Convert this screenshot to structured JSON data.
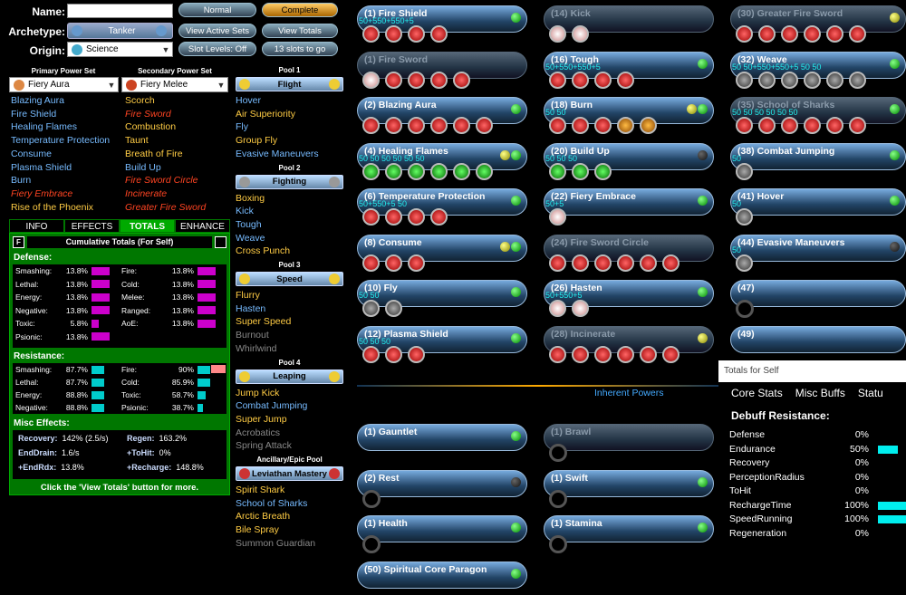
{
  "header": {
    "name_label": "Name:",
    "archetype_label": "Archetype:",
    "origin_label": "Origin:",
    "archetype": "Tanker",
    "origin": "Science",
    "name_value": ""
  },
  "buttons": {
    "normal": "Normal",
    "complete": "Complete",
    "view_active_sets": "View Active Sets",
    "view_totals": "View Totals",
    "slot_levels": "Slot Levels: Off",
    "slots_to_go": "13 slots to go"
  },
  "primary": {
    "title": "Primary Power Set",
    "selected": "Fiery Aura",
    "powers": [
      {
        "name": "Blazing Aura",
        "s": "blue"
      },
      {
        "name": "Fire Shield",
        "s": "blue"
      },
      {
        "name": "Healing Flames",
        "s": "blue"
      },
      {
        "name": "Temperature Protection",
        "s": "blue"
      },
      {
        "name": "Consume",
        "s": "blue"
      },
      {
        "name": "Plasma Shield",
        "s": "blue"
      },
      {
        "name": "Burn",
        "s": "blue"
      },
      {
        "name": "Fiery Embrace",
        "s": "red"
      },
      {
        "name": "Rise of the Phoenix",
        "s": "yel"
      }
    ]
  },
  "secondary": {
    "title": "Secondary Power Set",
    "selected": "Fiery Melee",
    "powers": [
      {
        "name": "Scorch",
        "s": "yel"
      },
      {
        "name": "Fire Sword",
        "s": "red"
      },
      {
        "name": "Combustion",
        "s": "yel"
      },
      {
        "name": "Taunt",
        "s": "yel"
      },
      {
        "name": "Breath of Fire",
        "s": "yel"
      },
      {
        "name": "Build Up",
        "s": "blue"
      },
      {
        "name": "Fire Sword Circle",
        "s": "red"
      },
      {
        "name": "Incinerate",
        "s": "red"
      },
      {
        "name": "Greater Fire Sword",
        "s": "red"
      }
    ]
  },
  "pools": [
    {
      "title": "Pool 1",
      "name": "Flight",
      "powers": [
        {
          "name": "Hover",
          "s": "blue"
        },
        {
          "name": "Air Superiority",
          "s": "yel"
        },
        {
          "name": "Fly",
          "s": "blue"
        },
        {
          "name": "Group Fly",
          "s": "yel"
        },
        {
          "name": "Evasive Maneuvers",
          "s": "blue"
        }
      ]
    },
    {
      "title": "Pool 2",
      "name": "Fighting",
      "powers": [
        {
          "name": "Boxing",
          "s": "yel"
        },
        {
          "name": "Kick",
          "s": "blue"
        },
        {
          "name": "Tough",
          "s": "blue"
        },
        {
          "name": "Weave",
          "s": "blue"
        },
        {
          "name": "Cross Punch",
          "s": "yel"
        }
      ]
    },
    {
      "title": "Pool 3",
      "name": "Speed",
      "powers": [
        {
          "name": "Flurry",
          "s": "yel"
        },
        {
          "name": "Hasten",
          "s": "blue"
        },
        {
          "name": "Super Speed",
          "s": "yel"
        },
        {
          "name": "Burnout",
          "s": "gray"
        },
        {
          "name": "Whirlwind",
          "s": "gray"
        }
      ]
    },
    {
      "title": "Pool 4",
      "name": "Leaping",
      "powers": [
        {
          "name": "Jump Kick",
          "s": "yel"
        },
        {
          "name": "Combat Jumping",
          "s": "blue"
        },
        {
          "name": "Super Jump",
          "s": "yel"
        },
        {
          "name": "Acrobatics",
          "s": "gray"
        },
        {
          "name": "Spring Attack",
          "s": "gray"
        }
      ]
    },
    {
      "title": "Ancillary/Epic Pool",
      "name": "Leviathan Mastery",
      "powers": [
        {
          "name": "Spirit Shark",
          "s": "yel"
        },
        {
          "name": "School of Sharks",
          "s": "blue"
        },
        {
          "name": "Arctic Breath",
          "s": "yel"
        },
        {
          "name": "Bile Spray",
          "s": "yel"
        },
        {
          "name": "Summon Guardian",
          "s": "gray"
        }
      ]
    }
  ],
  "info_tabs": [
    "INFO",
    "EFFECTS",
    "TOTALS",
    "ENHANCE"
  ],
  "totals": {
    "f_label": "F",
    "title": "Cumulative Totals (For Self)",
    "defense_label": "Defense:",
    "defense": [
      {
        "n": "Smashing:",
        "v": "13.8%",
        "p": 0.46
      },
      {
        "n": "Fire:",
        "v": "13.8%",
        "p": 0.46
      },
      {
        "n": "Lethal:",
        "v": "13.8%",
        "p": 0.46
      },
      {
        "n": "Cold:",
        "v": "13.8%",
        "p": 0.46
      },
      {
        "n": "Energy:",
        "v": "13.8%",
        "p": 0.46
      },
      {
        "n": "Melee:",
        "v": "13.8%",
        "p": 0.46
      },
      {
        "n": "Negative:",
        "v": "13.8%",
        "p": 0.46
      },
      {
        "n": "Ranged:",
        "v": "13.8%",
        "p": 0.46
      },
      {
        "n": "Toxic:",
        "v": "5.8%",
        "p": 0.19
      },
      {
        "n": "AoE:",
        "v": "13.8%",
        "p": 0.46
      },
      {
        "n": "Psionic:",
        "v": "13.8%",
        "p": 0.46
      }
    ],
    "resistance_label": "Resistance:",
    "resistance": [
      {
        "n": "Smashing:",
        "v": "87.7%",
        "p": 0.58
      },
      {
        "n": "Fire:",
        "v": "90%",
        "p": 0.6
      },
      {
        "n": "Lethal:",
        "v": "87.7%",
        "p": 0.58
      },
      {
        "n": "Cold:",
        "v": "85.9%",
        "p": 0.57
      },
      {
        "n": "Energy:",
        "v": "88.8%",
        "p": 0.59
      },
      {
        "n": "Toxic:",
        "v": "58.7%",
        "p": 0.39
      },
      {
        "n": "Negative:",
        "v": "88.8%",
        "p": 0.59
      },
      {
        "n": "Psionic:",
        "v": "38.7%",
        "p": 0.26
      }
    ],
    "misc_label": "Misc Effects:",
    "misc": [
      {
        "n": "Recovery:",
        "v": "142% (2.5/s)"
      },
      {
        "n": "Regen:",
        "v": "163.2%"
      },
      {
        "n": "EndDrain:",
        "v": "1.6/s"
      },
      {
        "n": "+ToHit:",
        "v": "0%"
      },
      {
        "n": "+EndRdx:",
        "v": "13.8%"
      },
      {
        "n": "+Recharge:",
        "v": "148.8%"
      }
    ],
    "footer": "Click the 'View Totals' button for more."
  },
  "slots": [
    {
      "t": "(1) Fire Shield",
      "c": 0,
      "r": 0,
      "led": "g",
      "enh": [
        "r",
        "r",
        "r",
        "r"
      ],
      "lv": "50+550+550+5"
    },
    {
      "t": "(1) Fire Sword",
      "c": 0,
      "r": 1,
      "dim": 1,
      "enh": [
        "w",
        "r",
        "r",
        "r",
        "r"
      ],
      "lv": ""
    },
    {
      "t": "(2) Blazing Aura",
      "c": 0,
      "r": 2,
      "led": "g",
      "enh": [
        "r",
        "r",
        "r",
        "r",
        "r",
        "r"
      ],
      "lv": ""
    },
    {
      "t": "(4) Healing Flames",
      "c": 0,
      "r": 3,
      "led": "y",
      "led2": "g",
      "enh": [
        "g",
        "g",
        "g",
        "g",
        "g",
        "g"
      ],
      "lv": "50 50 50 50 50 50"
    },
    {
      "t": "(6) Temperature Protection",
      "c": 0,
      "r": 4,
      "led": "g",
      "enh": [
        "r",
        "r",
        "r",
        "r"
      ],
      "lv": "50+550+5 50"
    },
    {
      "t": "(8) Consume",
      "c": 0,
      "r": 5,
      "led": "y",
      "led2": "g",
      "enh": [
        "r",
        "r",
        "r"
      ],
      "lv": ""
    },
    {
      "t": "(10) Fly",
      "c": 0,
      "r": 6,
      "led": "g",
      "enh": [
        "b",
        "b"
      ],
      "lv": "50 50"
    },
    {
      "t": "(12) Plasma Shield",
      "c": 0,
      "r": 7,
      "led": "g",
      "enh": [
        "r",
        "r",
        "r"
      ],
      "lv": "50 50 50"
    },
    {
      "t": "(14) Kick",
      "c": 1,
      "r": 0,
      "dim": 1,
      "enh": [
        "w",
        "w"
      ],
      "lv": ""
    },
    {
      "t": "(16) Tough",
      "c": 1,
      "r": 1,
      "led": "g",
      "enh": [
        "r",
        "r",
        "r",
        "r"
      ],
      "lv": "50+550+550+5"
    },
    {
      "t": "(18) Burn",
      "c": 1,
      "r": 2,
      "led": "y",
      "led2": "g",
      "enh": [
        "r",
        "r",
        "r",
        "o",
        "o"
      ],
      "lv": "50 50"
    },
    {
      "t": "(20) Build Up",
      "c": 1,
      "r": 3,
      "led": "k",
      "enh": [
        "g",
        "g",
        "g"
      ],
      "lv": "50 50 50"
    },
    {
      "t": "(22) Fiery Embrace",
      "c": 1,
      "r": 4,
      "led": "g",
      "enh": [
        "w"
      ],
      "lv": "50+5"
    },
    {
      "t": "(24) Fire Sword Circle",
      "c": 1,
      "r": 5,
      "dim": 1,
      "enh": [
        "r",
        "r",
        "r",
        "r",
        "r",
        "r"
      ],
      "lv": ""
    },
    {
      "t": "(26) Hasten",
      "c": 1,
      "r": 6,
      "led": "g",
      "enh": [
        "w",
        "w"
      ],
      "lv": "50+550+5"
    },
    {
      "t": "(28) Incinerate",
      "c": 1,
      "r": 7,
      "dim": 1,
      "led": "y",
      "enh": [
        "r",
        "r",
        "r",
        "r",
        "r",
        "r"
      ],
      "lv": ""
    },
    {
      "t": "(30) Greater Fire Sword",
      "c": 2,
      "r": 0,
      "dim": 1,
      "led": "y",
      "enh": [
        "r",
        "r",
        "r",
        "r",
        "r",
        "r"
      ],
      "lv": ""
    },
    {
      "t": "(32) Weave",
      "c": 2,
      "r": 1,
      "led": "g",
      "enh": [
        "b",
        "b",
        "b",
        "b",
        "b",
        "b"
      ],
      "lv": "50 50+550+550+5 50 50"
    },
    {
      "t": "(35) School of Sharks",
      "c": 2,
      "r": 2,
      "dim": 1,
      "led": "g",
      "enh": [
        "r",
        "r",
        "r",
        "r",
        "r",
        "r"
      ],
      "lv": "50 50 50 50 50 50"
    },
    {
      "t": "(38) Combat Jumping",
      "c": 2,
      "r": 3,
      "led": "g",
      "enh": [
        "b"
      ],
      "lv": "50"
    },
    {
      "t": "(41) Hover",
      "c": 2,
      "r": 4,
      "led": "g",
      "enh": [
        "b"
      ],
      "lv": "50"
    },
    {
      "t": "(44) Evasive Maneuvers",
      "c": 2,
      "r": 5,
      "led": "k",
      "enh": [
        "b"
      ],
      "lv": "50"
    },
    {
      "t": "(47)",
      "c": 2,
      "r": 6,
      "enh": [
        "e"
      ],
      "lv": ""
    },
    {
      "t": "(49)",
      "c": 2,
      "r": 7,
      "enh": [],
      "lv": ""
    }
  ],
  "inherent_label": "Inherent Powers",
  "inherent": [
    {
      "t": "(1) Gauntlet",
      "c": 0,
      "r": 0,
      "led": "g",
      "enh": []
    },
    {
      "t": "(1) Brawl",
      "c": 1,
      "r": 0,
      "dim": 1,
      "enh": [
        "e"
      ]
    },
    {
      "t": "(2) Rest",
      "c": 0,
      "r": 1,
      "led": "k",
      "enh": [
        "e"
      ]
    },
    {
      "t": "(1) Swift",
      "c": 1,
      "r": 1,
      "led": "g",
      "enh": [
        "e"
      ]
    },
    {
      "t": "(1) Health",
      "c": 0,
      "r": 2,
      "led": "g",
      "enh": [
        "e"
      ]
    },
    {
      "t": "(1) Stamina",
      "c": 1,
      "r": 2,
      "led": "g",
      "enh": [
        "e"
      ]
    },
    {
      "t": "(50) Spiritual Core Paragon",
      "c": 0,
      "r": 3,
      "led": "g",
      "enh": []
    }
  ],
  "tfs": {
    "title": "Totals for Self",
    "tabs": [
      "Core Stats",
      "Misc Buffs",
      "Statu"
    ],
    "heading": "Debuff Resistance:",
    "rows": [
      {
        "n": "Defense",
        "v": "0%",
        "p": 0
      },
      {
        "n": "Endurance",
        "v": "50%",
        "p": 0.5
      },
      {
        "n": "Recovery",
        "v": "0%",
        "p": 0
      },
      {
        "n": "PerceptionRadius",
        "v": "0%",
        "p": 0
      },
      {
        "n": "ToHit",
        "v": "0%",
        "p": 0
      },
      {
        "n": "RechargeTime",
        "v": "100%",
        "p": 1
      },
      {
        "n": "SpeedRunning",
        "v": "100%",
        "p": 1
      },
      {
        "n": "Regeneration",
        "v": "0%",
        "p": 0
      }
    ]
  }
}
